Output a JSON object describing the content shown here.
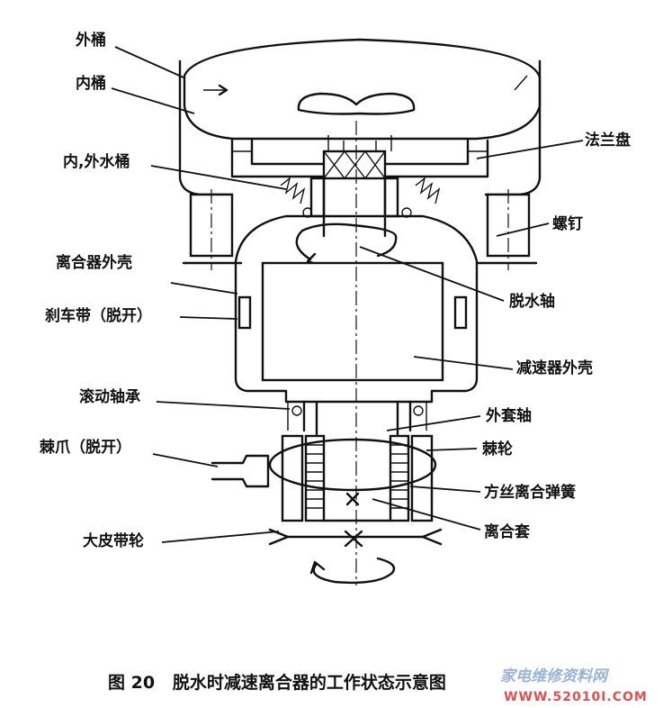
{
  "labels": {
    "outer_tub": "外桶",
    "inner_tub": "内桶",
    "inner_outer_water_tub": "内,外水桶",
    "clutch_housing": "离合器外壳",
    "brake_band": "刹车带（脱开）",
    "rolling_bearing": "滚动轴承",
    "ratchet_pawl": "棘爪（脱开）",
    "large_pulley": "大皮带轮",
    "flange_plate": "法兰盘",
    "screw": "螺钉",
    "spin_shaft": "脱水轴",
    "reducer_housing": "减速器外壳",
    "outer_sleeve_shaft": "外套轴",
    "ratchet_wheel": "棘轮",
    "square_wire_spring": "方丝离合弹簧",
    "clutch_sleeve": "离合套"
  },
  "caption": "图 20   脱水时减速离合器的工作状态示意图",
  "watermark": {
    "site_cn": "家电维修资料网",
    "site_url": "WWW.52010I.COM"
  }
}
